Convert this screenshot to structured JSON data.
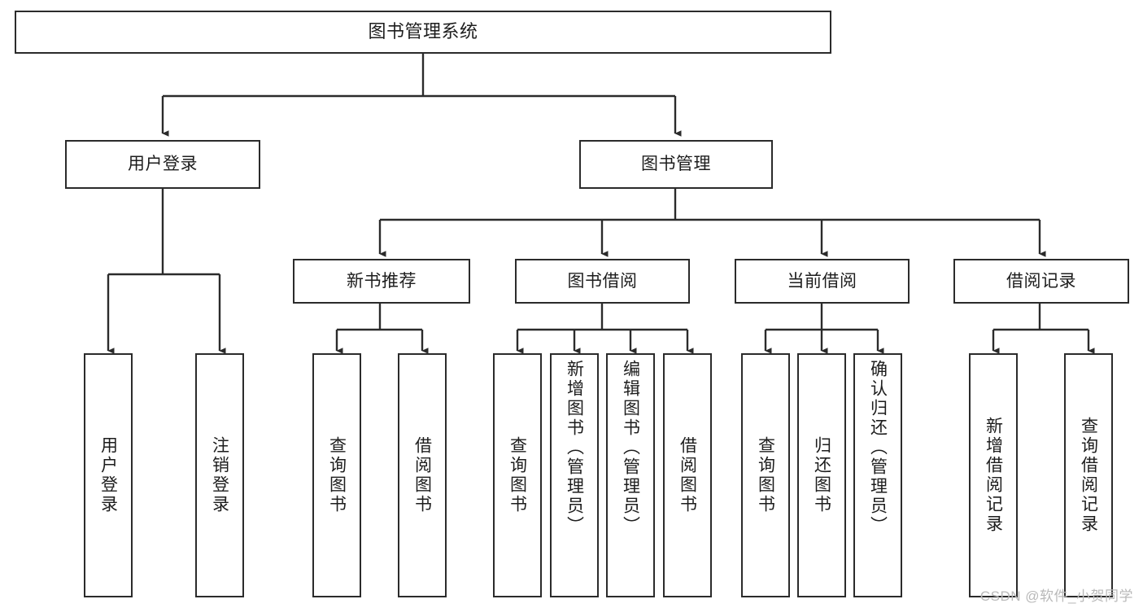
{
  "diagram": {
    "title": "图书管理系统",
    "type": "tree-hierarchy-chart",
    "colors": {
      "stroke": "#2b2b2b",
      "box_fill": "#ffffff",
      "text": "#1d1d1d",
      "watermark": "#b9b9b9",
      "background": "#ffffff"
    },
    "watermark": "CSDN @软件_小贺同学"
  },
  "nodes": {
    "root": {
      "label": "图书管理系统"
    },
    "level2": [
      {
        "label": "用户登录"
      },
      {
        "label": "图书管理"
      }
    ],
    "level3": [
      {
        "label": "新书推荐"
      },
      {
        "label": "图书借阅"
      },
      {
        "label": "当前借阅"
      },
      {
        "label": "借阅记录"
      }
    ],
    "leaves": {
      "user_login": [
        {
          "label": "用户登录"
        },
        {
          "label": "注销登录"
        }
      ],
      "new_book_recommend": [
        {
          "label": "查询图书"
        },
        {
          "label": "借阅图书"
        }
      ],
      "book_borrow": [
        {
          "label": "查询图书"
        },
        {
          "label": "新增图书（管理员）"
        },
        {
          "label": "编辑图书（管理员）"
        },
        {
          "label": "借阅图书"
        }
      ],
      "current_borrow": [
        {
          "label": "查询图书"
        },
        {
          "label": "归还图书"
        },
        {
          "label": "确认归还（管理员）"
        }
      ],
      "borrow_record": [
        {
          "label": "新增借阅记录"
        },
        {
          "label": "查询借阅记录"
        }
      ]
    }
  }
}
